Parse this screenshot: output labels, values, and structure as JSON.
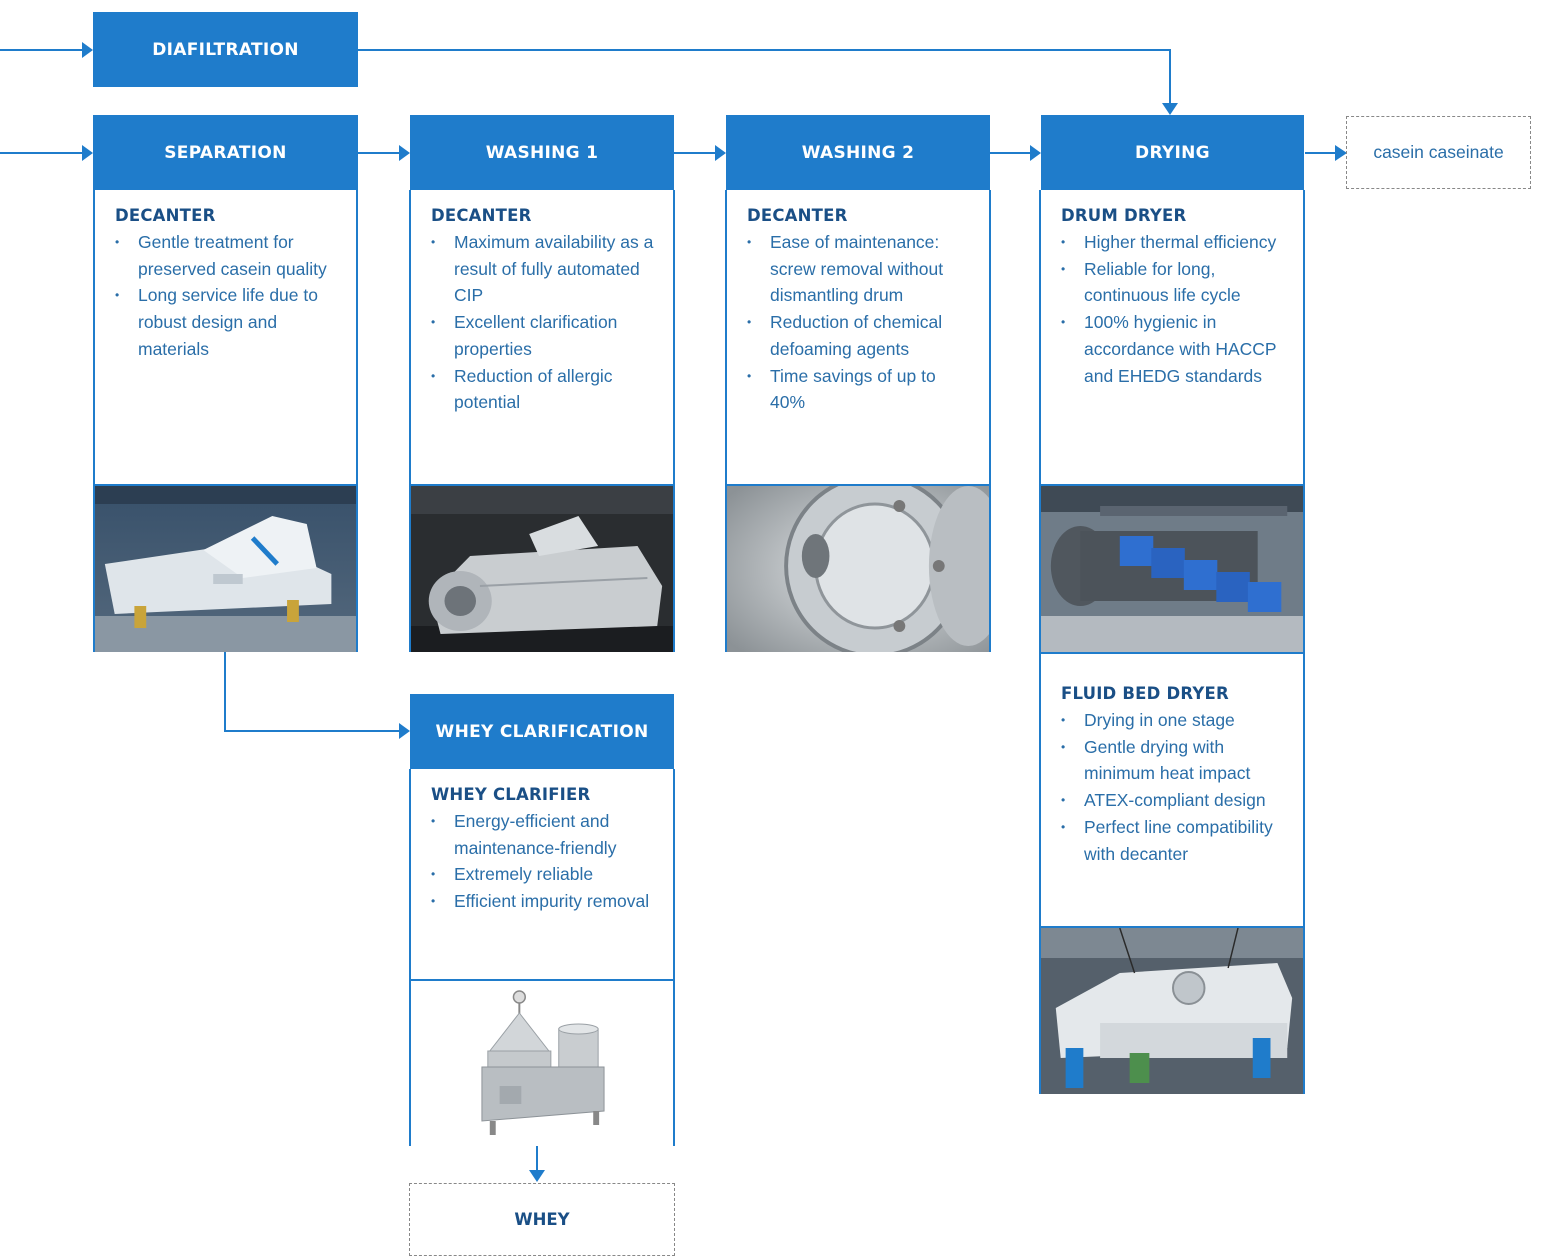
{
  "steps": {
    "diafiltration": {
      "title": "DIAFILTRATION"
    },
    "separation": {
      "title": "SEPARATION",
      "equipment": "DECANTER",
      "bullets": [
        "Gentle treatment for preserved casein quality",
        "Long service life due to robust design and materials"
      ],
      "photo": "decanter-machine-photo"
    },
    "washing1": {
      "title": "WASHING 1",
      "equipment": "DECANTER",
      "bullets": [
        "Maximum availability as a result of fully automated CIP",
        "Excellent clarification properties",
        "Reduction of allergic potential"
      ],
      "photo": "decanter-machine-photo"
    },
    "washing2": {
      "title": "WASHING 2",
      "equipment": "DECANTER",
      "bullets": [
        "Ease of maintenance: screw removal without dismantling drum",
        "Reduction of chemical defoaming agents",
        "Time savings of up to 40%"
      ],
      "photo": "decanter-closeup-photo"
    },
    "drying": {
      "title": "DRYING",
      "equipment": "DRUM DRYER",
      "bullets": [
        "Higher thermal efficiency",
        "Reliable for long, continuous life cycle",
        "100% hygienic in accordance with HACCP and EHEDG standards"
      ],
      "photo": "drum-dryer-photo",
      "equipment2": "FLUID BED DRYER",
      "bullets2": [
        "Drying in one stage",
        "Gentle drying with minimum heat impact",
        "ATEX-compliant design",
        "Perfect line compatibility with decanter"
      ],
      "photo2": "fluid-bed-dryer-photo"
    },
    "whey_clarification": {
      "title": "WHEY CLARIFICATION",
      "equipment": "WHEY CLARIFIER",
      "bullets": [
        "Energy-efficient and maintenance-friendly",
        "Extremely reliable",
        "Efficient impurity removal"
      ],
      "photo": "separator-photo"
    }
  },
  "outputs": {
    "casein": "casein caseinate",
    "whey": "WHEY"
  },
  "colors": {
    "accent": "#1f7ccb",
    "heading": "#1a4f86",
    "text": "#2a6ea8"
  }
}
